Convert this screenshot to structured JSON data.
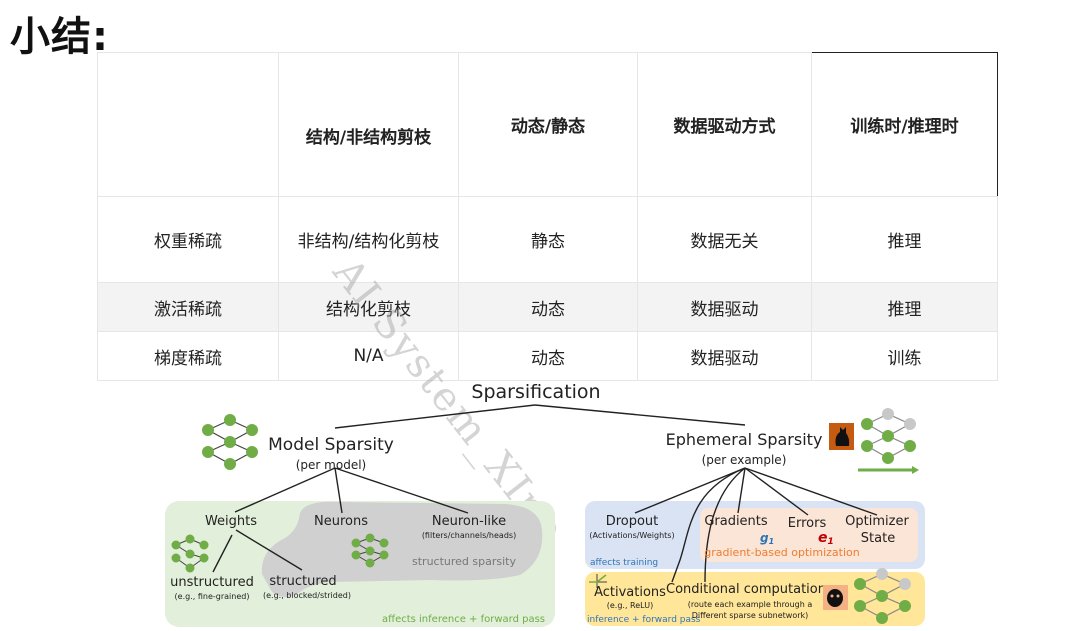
{
  "title": "小结:",
  "watermark": "AI System_XIno",
  "table": {
    "headers": [
      "",
      "结构/非结构剪枝",
      "动态/静态",
      "数据驱动方式",
      "训练时/推理时"
    ],
    "rows": [
      [
        "权重稀疏",
        "非结构/结构化剪枝",
        "静态",
        "数据无关",
        "推理"
      ],
      [
        "激活稀疏",
        "结构化剪枝",
        "动态",
        "数据驱动",
        "推理"
      ],
      [
        "梯度稀疏",
        "N/A",
        "动态",
        "数据驱动",
        "训练"
      ]
    ]
  },
  "diagram": {
    "root": "Sparsification",
    "model": {
      "label": "Model Sparsity",
      "sub": "(per model)"
    },
    "ephemeral": {
      "label": "Ephemeral Sparsity",
      "sub": "(per example)"
    },
    "weights": "Weights",
    "neurons": "Neurons",
    "neuron_like": "Neuron-like",
    "neuron_like_sub": "(filters/channels/heads)",
    "structured_sparsity": "structured sparsity",
    "unstructured": "unstructured",
    "unstructured_sub": "(e.g., fine-grained)",
    "structured": "structured",
    "structured_sub": "(e.g., blocked/strided)",
    "affects_inference": "affects inference + forward pass",
    "dropout": "Dropout",
    "dropout_sub": "(Activations/Weights)",
    "affects_training": "affects training",
    "gradients": "Gradients",
    "g1": "g",
    "g1_sub": "1",
    "errors": "Errors",
    "e1": "e",
    "e1_sub": "1",
    "optimizer": "Optimizer",
    "optimizer_state": "State",
    "gradient_based": "gradient-based optimization",
    "activations": "Activations",
    "activations_sub": "(e.g., ReLU)",
    "inference_forward": "inference + forward pass",
    "conditional": "Conditional computation",
    "conditional_sub1": "(route each example through a",
    "conditional_sub2": "Different sparse subnetwork)",
    "colors": {
      "green_node": "#70ad47",
      "green_bg": "#e2efda",
      "blue_bg": "#dae3f3",
      "yellow_bg": "#ffe699",
      "peach_bg": "#fbe5d6",
      "orange_text": "#ed7d31",
      "gray_blob": "#d0d0d0"
    }
  }
}
